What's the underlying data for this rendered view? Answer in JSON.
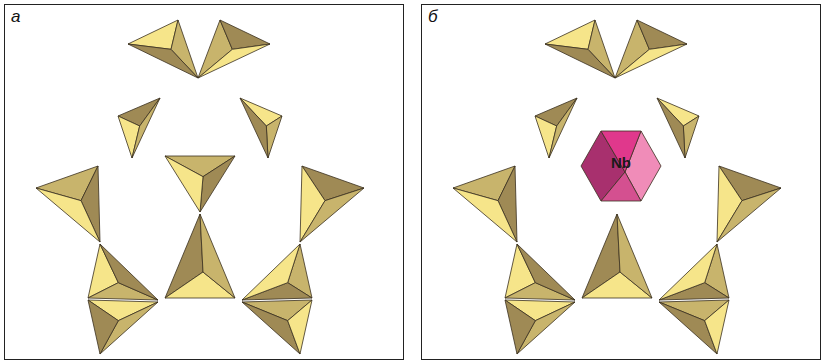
{
  "diagram": {
    "nodes": [
      {
        "text": [
          "а"
        ]
      },
      {
        "text": [
          "б"
        ]
      },
      {
        "text": [
          "Nb"
        ],
        "in": 1
      }
    ]
  }
}
